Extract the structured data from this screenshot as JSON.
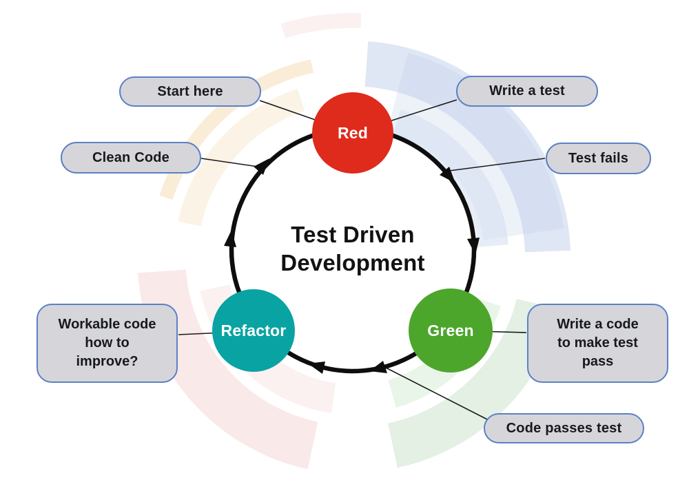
{
  "title": "Test Driven Development cycle diagram",
  "center": {
    "line1": "Test Driven",
    "line2": "Development"
  },
  "cycle_nodes": {
    "red": {
      "label": "Red",
      "color": "#DE2B1C"
    },
    "green": {
      "label": "Green",
      "color": "#4CA62B"
    },
    "refactor": {
      "label": "Refactor",
      "color": "#0AA3A3"
    }
  },
  "callouts": {
    "start_here": {
      "label": "Start here"
    },
    "write_a_test": {
      "label": "Write a test"
    },
    "clean_code": {
      "label": "Clean Code"
    },
    "test_fails": {
      "label": "Test fails"
    },
    "code_passes_test": {
      "label": "Code passes test"
    },
    "workable_code": {
      "line1": "Workable code",
      "line2": "how to",
      "line3": "improve?"
    },
    "write_code": {
      "line1": "Write a code",
      "line2": "to make test",
      "line3": "pass"
    }
  },
  "colors": {
    "ring": "#0E0E0E",
    "connector": "#1A1A1A",
    "pill_fill": "#D6D6DA",
    "pill_border": "#5B80C4",
    "watermark_yellow": "#EFD096",
    "watermark_blue": "#BFCEE9",
    "watermark_green": "#C8E2C8",
    "watermark_pink": "#F4D7D7"
  }
}
